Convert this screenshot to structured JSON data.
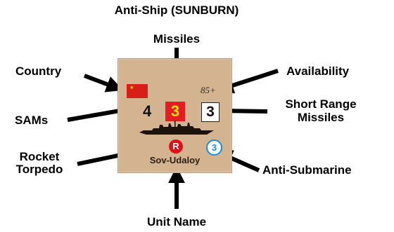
{
  "labels": {
    "anti_ship_line1": "Anti-Ship (SUNBURN)",
    "anti_ship_line2": "Missiles",
    "country": "Country",
    "availability": "Availability",
    "sams": "SAMs",
    "short_range_line1": "Short Range",
    "short_range_line2": "Missiles",
    "rocket_torpedo_line1": "Rocket",
    "rocket_torpedo_line2": "Torpedo",
    "anti_submarine": "Anti-Submarine",
    "unit_name": "Unit Name"
  },
  "counter": {
    "availability_value": "85+",
    "sam_value": "4",
    "anti_ship_value": "3",
    "short_range_value": "3",
    "rocket_torpedo_symbol": "R",
    "anti_submarine_value": "3",
    "unit_name": "Sov-Udaloy",
    "colors": {
      "background": "#d4b391",
      "flag": "#d81f17",
      "anti_ship_box": "#e51d23",
      "anti_ship_text": "#fde200",
      "rocket_torpedo": "#e30f17",
      "anti_submarine": "#1a8fd6"
    }
  }
}
